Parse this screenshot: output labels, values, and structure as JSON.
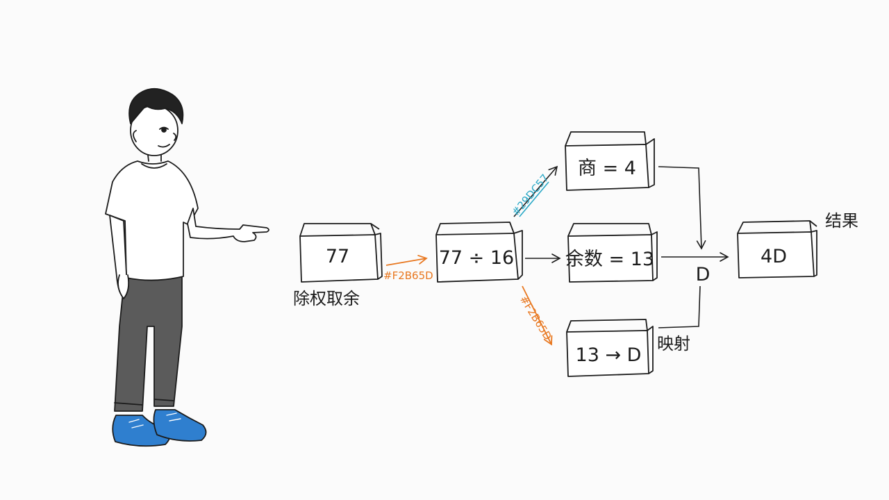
{
  "colors": {
    "ink": "#1b1b1b",
    "orange": "#F2B65D",
    "orange_drawn": "#e8771f",
    "teal": "#29A8C6",
    "shoe_blue": "#2f7fcf",
    "pants": "#5b5b5b"
  },
  "diagram": {
    "input_box": "77",
    "input_caption": "除权取余",
    "divide_box": "77 ÷ 16",
    "quotient_box": "商 = 4",
    "remainder_box": "余数 = 13",
    "mapping_box": "13 → D",
    "mapping_caption": "映射",
    "merge_letter": "D",
    "result_box": "4D",
    "result_caption": "结果",
    "arrow_hex_orange": "#F2B65D",
    "arrow_hex_teal": "#29DC57",
    "arrow_hex_orange_2": "#F2B65D"
  },
  "figure": {
    "description_icon": "person-pointing-icon"
  }
}
